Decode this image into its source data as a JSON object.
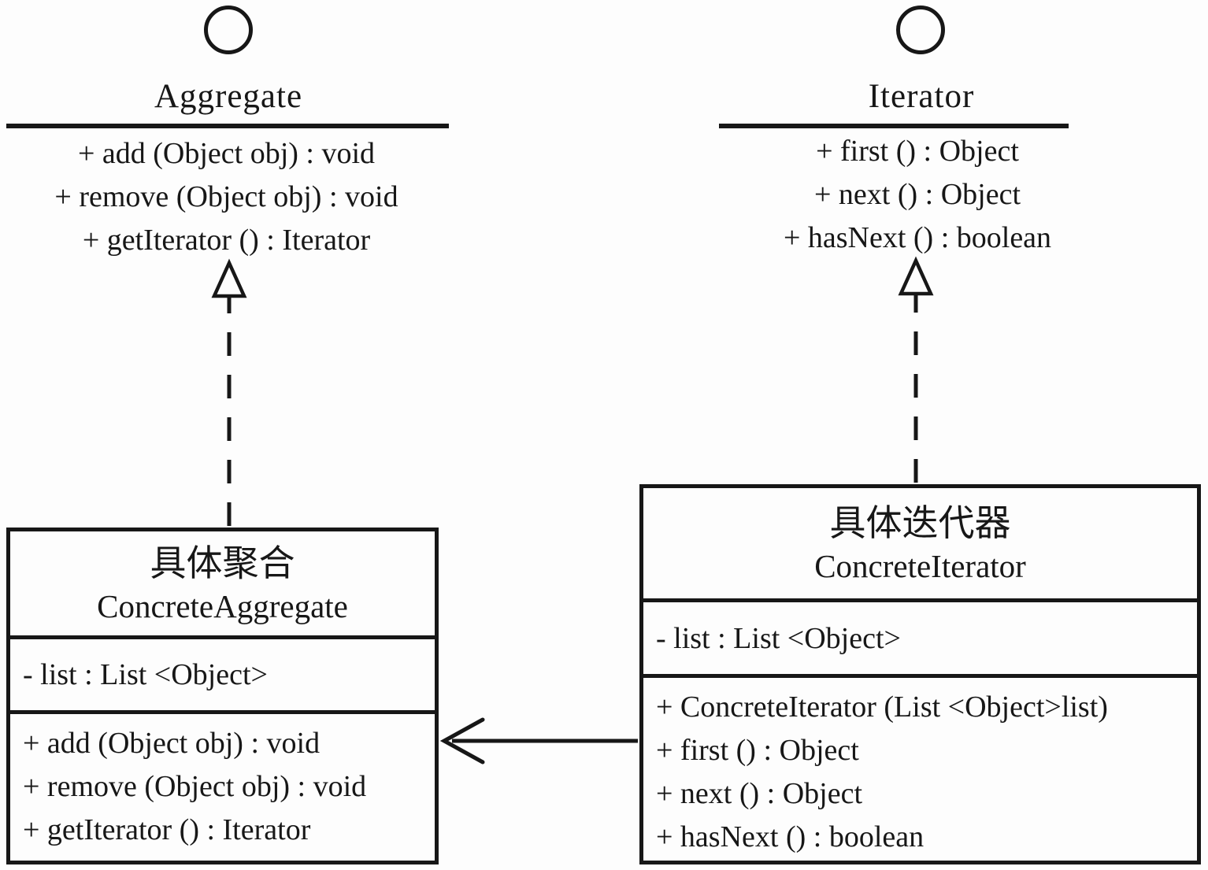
{
  "diagram": {
    "kind": "uml-class-diagram",
    "pattern": "Iterator"
  },
  "colors": {
    "background": "#fdfdfd",
    "ink": "#171717"
  },
  "interfaces": [
    {
      "name": "Aggregate",
      "icon": "interface-lollipop-circle",
      "methods": [
        "+ add (Object obj) : void",
        "+ remove (Object obj) : void",
        "+ getIterator () : Iterator"
      ]
    },
    {
      "name": "Iterator",
      "icon": "interface-lollipop-circle",
      "methods": [
        "+ first () : Object",
        "+ next () : Object",
        "+ hasNext () : boolean"
      ]
    }
  ],
  "classes": [
    {
      "name_cn": "具体聚合",
      "name_en": "ConcreteAggregate",
      "attributes": [
        "- list : List <Object>"
      ],
      "methods": [
        "+ add (Object obj) : void",
        "+ remove (Object obj) : void",
        "+ getIterator () : Iterator"
      ]
    },
    {
      "name_cn": "具体迭代器",
      "name_en": "ConcreteIterator",
      "attributes": [
        "- list : List <Object>"
      ],
      "methods": [
        "+ ConcreteIterator (List <Object>list)",
        "+ first () : Object",
        "+ next () : Object",
        "+ hasNext () : boolean"
      ]
    }
  ],
  "relationships": [
    {
      "type": "realization",
      "from": "ConcreteAggregate",
      "to": "Aggregate",
      "style": "dashed-hollow-triangle"
    },
    {
      "type": "realization",
      "from": "ConcreteIterator",
      "to": "Iterator",
      "style": "dashed-hollow-triangle"
    },
    {
      "type": "association",
      "from": "ConcreteIterator",
      "to": "ConcreteAggregate",
      "style": "solid-open-arrow"
    }
  ]
}
